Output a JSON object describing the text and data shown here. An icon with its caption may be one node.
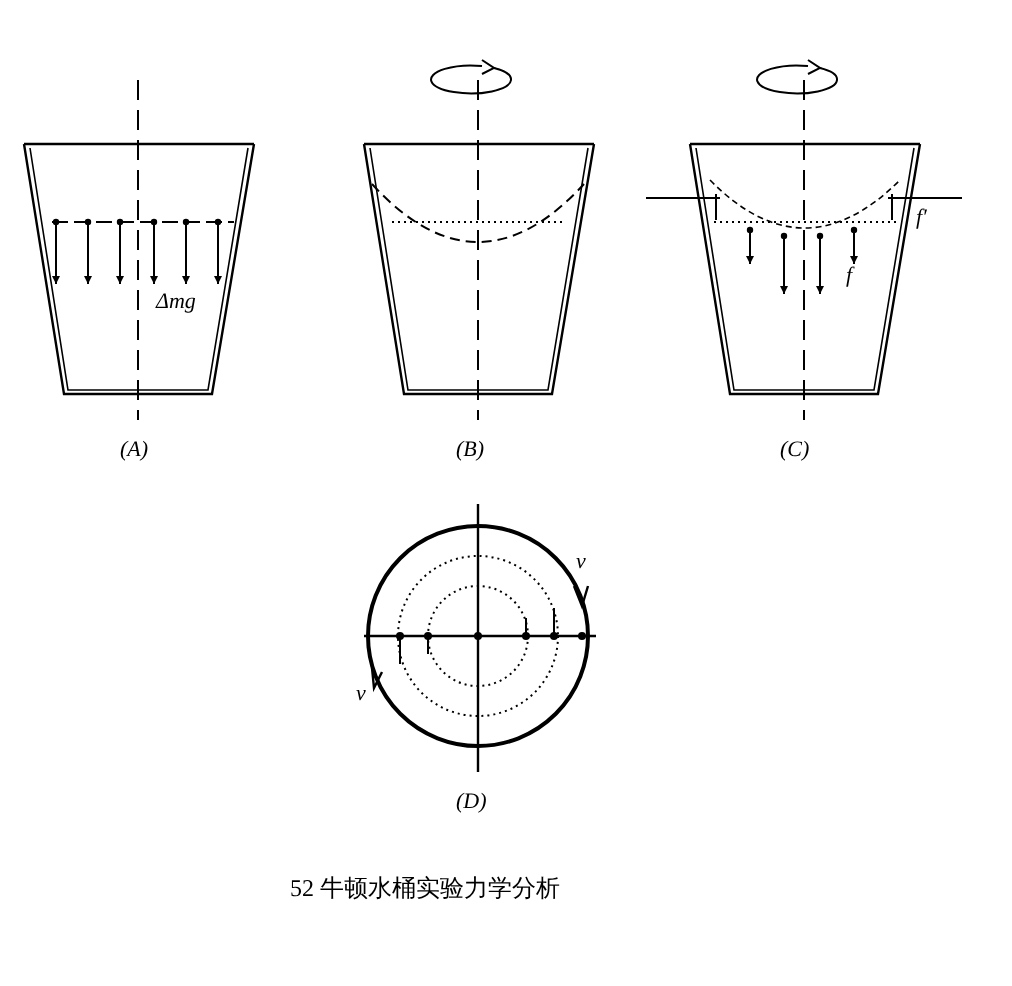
{
  "diagram": {
    "caption": "52 牛顿水桶实验力学分析",
    "labels": [
      "Δmg",
      "(A)",
      "(B)",
      "f′",
      "f",
      "(C)",
      "v",
      "v",
      "(D)"
    ]
  }
}
